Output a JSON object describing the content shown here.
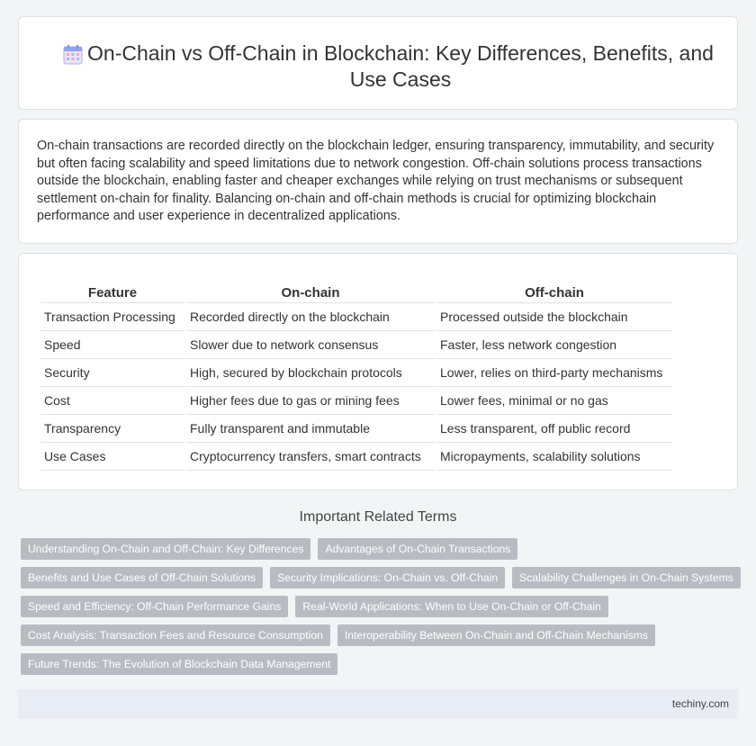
{
  "header": {
    "title": "On-Chain vs Off-Chain in Blockchain: Key Differences, Benefits, and Use Cases",
    "icon": "calendar-grid-icon"
  },
  "intro": {
    "text": "On-chain transactions are recorded directly on the blockchain ledger, ensuring transparency, immutability, and security but often facing scalability and speed limitations due to network congestion. Off-chain solutions process transactions outside the blockchain, enabling faster and cheaper exchanges while relying on trust mechanisms or subsequent settlement on-chain for finality. Balancing on-chain and off-chain methods is crucial for optimizing blockchain performance and user experience in decentralized applications."
  },
  "table": {
    "headers": [
      "Feature",
      "On-chain",
      "Off-chain"
    ],
    "rows": [
      [
        "Transaction Processing",
        "Recorded directly on the blockchain",
        "Processed outside the blockchain"
      ],
      [
        "Speed",
        "Slower due to network consensus",
        "Faster, less network congestion"
      ],
      [
        "Security",
        "High, secured by blockchain protocols",
        "Lower, relies on third-party mechanisms"
      ],
      [
        "Cost",
        "Higher fees due to gas or mining fees",
        "Lower fees, minimal or no gas"
      ],
      [
        "Transparency",
        "Fully transparent and immutable",
        "Less transparent, off public record"
      ],
      [
        "Use Cases",
        "Cryptocurrency transfers, smart contracts",
        "Micropayments, scalability solutions"
      ]
    ]
  },
  "related": {
    "heading": "Important Related Terms",
    "tags": [
      [
        "Understanding On-Chain and Off-Chain: Key Differences",
        "Advantages of On-Chain Transactions"
      ],
      [
        "Benefits and Use Cases of Off-Chain Solutions",
        "Security Implications: On-Chain vs. Off-Chain",
        "Scalability Challenges in On-Chain Systems"
      ],
      [
        "Speed and Efficiency: Off-Chain Performance Gains",
        "Real-World Applications: When to Use On-Chain or Off-Chain"
      ],
      [
        "Cost Analysis: Transaction Fees and Resource Consumption",
        "Interoperability Between On-Chain and Off-Chain Mechanisms"
      ],
      [
        "Future Trends: The Evolution of Blockchain Data Management"
      ]
    ]
  },
  "footer": {
    "site": "techiny.com"
  }
}
